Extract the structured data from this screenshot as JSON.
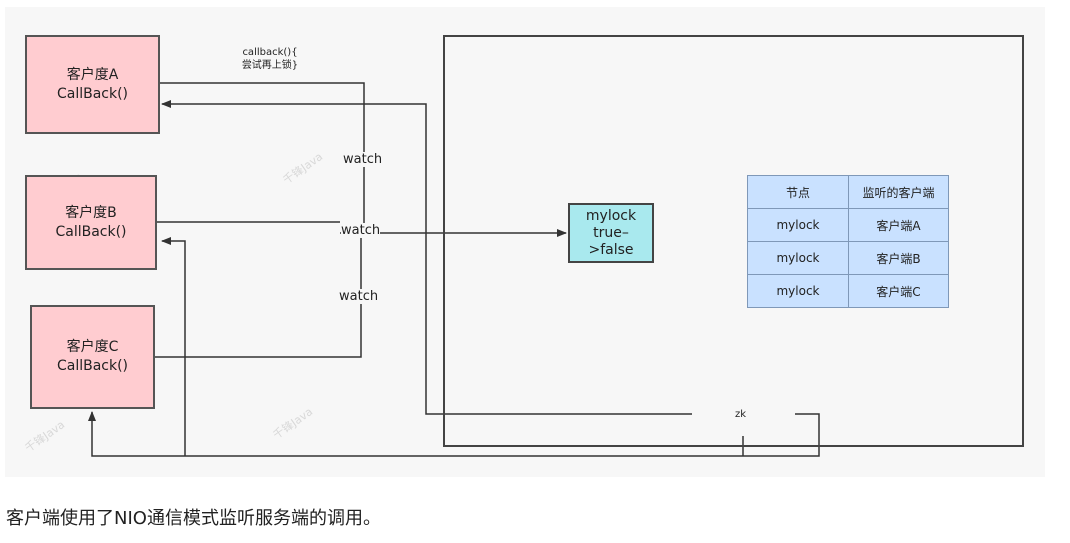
{
  "clients": [
    {
      "name": "客户度A",
      "callback": "CallBack()"
    },
    {
      "name": "客户度B",
      "callback": "CallBack()"
    },
    {
      "name": "客户度C",
      "callback": "CallBack()"
    }
  ],
  "callback_note": {
    "line1": "callback(){",
    "line2": "尝试再上锁}"
  },
  "watch_labels": [
    "watch",
    "watch",
    "watch"
  ],
  "lock_node": {
    "line1": "mylock",
    "line2": "true–",
    "line3": ">false"
  },
  "table": {
    "headers": [
      "节点",
      "监听的客户端"
    ],
    "rows": [
      [
        "mylock",
        "客户端A"
      ],
      [
        "mylock",
        "客户端B"
      ],
      [
        "mylock",
        "客户端C"
      ]
    ]
  },
  "zk_label": "zk",
  "watermark": "千锋Java",
  "caption": "客户端使用了NIO通信模式监听服务端的调用。"
}
